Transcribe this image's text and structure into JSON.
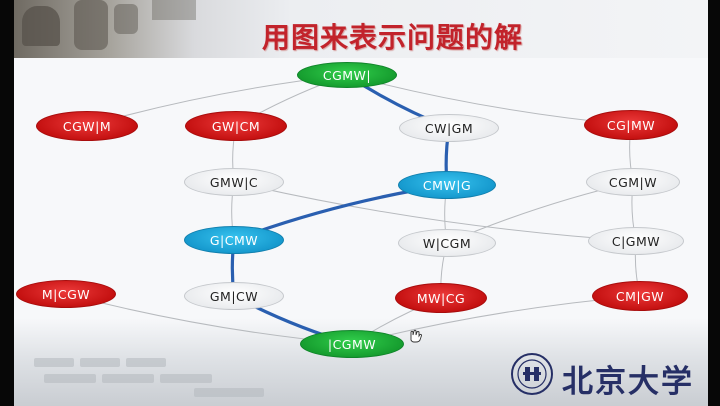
{
  "slide": {
    "title": "用图来表示问题的解",
    "footer_logo_text": "北京大学",
    "colors": {
      "title": "#c2232b",
      "red_state": "#d41717",
      "green_state": "#1fb33a",
      "blue_state": "#22aee0",
      "white_state": "#f2f3f5",
      "solution_path": "#2a5fb0",
      "edge": "#b7babe"
    }
  },
  "diagram": {
    "nodes": [
      {
        "id": "n1",
        "label": "CGMW|",
        "kind": "green"
      },
      {
        "id": "n2",
        "label": "CGW|M",
        "kind": "red"
      },
      {
        "id": "n3",
        "label": "GW|CM",
        "kind": "red"
      },
      {
        "id": "n4",
        "label": "CW|GM",
        "kind": "white"
      },
      {
        "id": "n5",
        "label": "CG|MW",
        "kind": "red"
      },
      {
        "id": "n6",
        "label": "GMW|C",
        "kind": "white"
      },
      {
        "id": "n7",
        "label": "CMW|G",
        "kind": "blue"
      },
      {
        "id": "n8",
        "label": "CGM|W",
        "kind": "white"
      },
      {
        "id": "n9",
        "label": "G|CMW",
        "kind": "blue"
      },
      {
        "id": "n10",
        "label": "W|CGM",
        "kind": "white"
      },
      {
        "id": "n11",
        "label": "C|GMW",
        "kind": "white"
      },
      {
        "id": "n12",
        "label": "M|CGW",
        "kind": "red"
      },
      {
        "id": "n13",
        "label": "GM|CW",
        "kind": "white"
      },
      {
        "id": "n14",
        "label": "MW|CG",
        "kind": "red"
      },
      {
        "id": "n15",
        "label": "CM|GW",
        "kind": "red"
      },
      {
        "id": "n16",
        "label": "|CGMW",
        "kind": "green"
      }
    ],
    "edges": [
      [
        "n1",
        "n2"
      ],
      [
        "n1",
        "n3"
      ],
      [
        "n1",
        "n4"
      ],
      [
        "n1",
        "n5"
      ],
      [
        "n3",
        "n6"
      ],
      [
        "n4",
        "n7"
      ],
      [
        "n5",
        "n8"
      ],
      [
        "n6",
        "n9"
      ],
      [
        "n6",
        "n11"
      ],
      [
        "n7",
        "n9"
      ],
      [
        "n7",
        "n10"
      ],
      [
        "n8",
        "n10"
      ],
      [
        "n8",
        "n11"
      ],
      [
        "n9",
        "n13"
      ],
      [
        "n10",
        "n14"
      ],
      [
        "n11",
        "n15"
      ],
      [
        "n12",
        "n16"
      ],
      [
        "n13",
        "n16"
      ],
      [
        "n14",
        "n16"
      ],
      [
        "n15",
        "n16"
      ]
    ],
    "solution_path": [
      "n1",
      "n4",
      "n7",
      "n9",
      "n13",
      "n16"
    ]
  }
}
